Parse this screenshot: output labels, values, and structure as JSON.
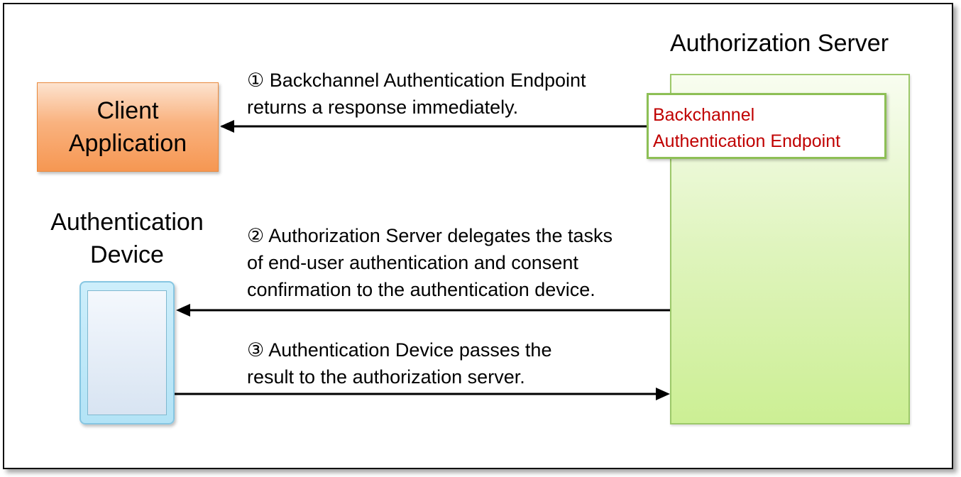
{
  "server": {
    "title": "Authorization Server"
  },
  "endpoint": {
    "line1": "Backchannel",
    "line2": "Authentication Endpoint"
  },
  "client": {
    "line1": "Client",
    "line2": "Application"
  },
  "device": {
    "title_line1": "Authentication",
    "title_line2": "Device"
  },
  "steps": [
    {
      "lines": [
        "① Backchannel Authentication Endpoint",
        "returns a response immediately."
      ]
    },
    {
      "lines": [
        "② Authorization Server delegates the tasks",
        "of end-user authentication and consent",
        "confirmation to the authentication device."
      ]
    },
    {
      "lines": [
        "③ Authentication Device passes the",
        "result to the authorization server."
      ]
    }
  ]
}
